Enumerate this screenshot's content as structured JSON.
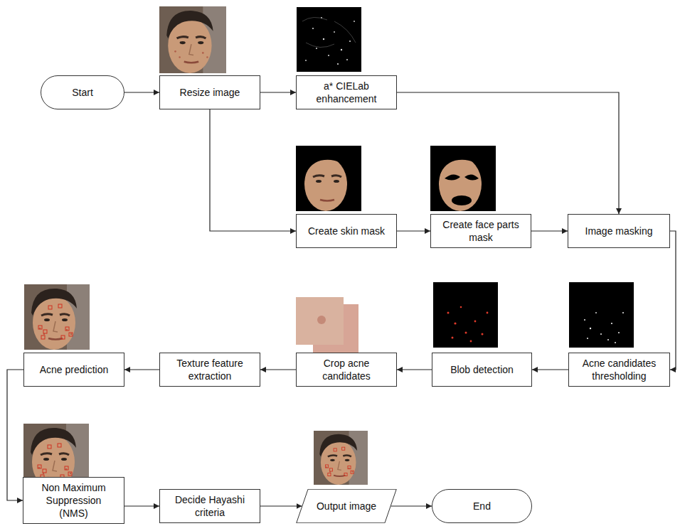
{
  "diagram": {
    "nodes": [
      {
        "text": [
          "Start"
        ]
      },
      {
        "text": [
          "Resize image"
        ]
      },
      {
        "text": [
          "a* CIELab enhancement"
        ]
      },
      {
        "text": [
          "Create skin mask"
        ]
      },
      {
        "text": [
          "Create face parts mask"
        ]
      },
      {
        "text": [
          "Image masking"
        ]
      },
      {
        "text": [
          "Acne candidates thresholding"
        ]
      },
      {
        "text": [
          "Blob detection"
        ]
      },
      {
        "text": [
          "Crop acne candidates"
        ]
      },
      {
        "text": [
          "Texture feature extraction"
        ]
      },
      {
        "text": [
          "Acne prediction"
        ]
      },
      {
        "text": [
          "Non Maximum Suppression (NMS)"
        ]
      },
      {
        "text": [
          "Decide Hayashi criteria"
        ]
      },
      {
        "text": [
          "Output image"
        ]
      },
      {
        "text": [
          "End"
        ]
      }
    ],
    "edges": [
      {
        "from": 0,
        "to": 1,
        "arrow": "to"
      },
      {
        "from": 1,
        "to": 2,
        "arrow": "to"
      },
      {
        "from": 1,
        "to": 3,
        "arrow": "to"
      },
      {
        "from": 2,
        "to": 5,
        "arrow": "to"
      },
      {
        "from": 3,
        "to": 4,
        "arrow": "to"
      },
      {
        "from": 4,
        "to": 5,
        "arrow": "to"
      },
      {
        "from": 5,
        "to": 6,
        "arrow": "to"
      },
      {
        "from": 6,
        "to": 7,
        "arrow": "to"
      },
      {
        "from": 7,
        "to": 8,
        "arrow": "to"
      },
      {
        "from": 8,
        "to": 9,
        "arrow": "to"
      },
      {
        "from": 9,
        "to": 10,
        "arrow": "to"
      },
      {
        "from": 10,
        "to": 11,
        "arrow": "to"
      },
      {
        "from": 11,
        "to": 12,
        "arrow": "to"
      },
      {
        "from": 12,
        "to": 13,
        "arrow": "to"
      },
      {
        "from": 13,
        "to": 14,
        "arrow": "to"
      }
    ]
  }
}
